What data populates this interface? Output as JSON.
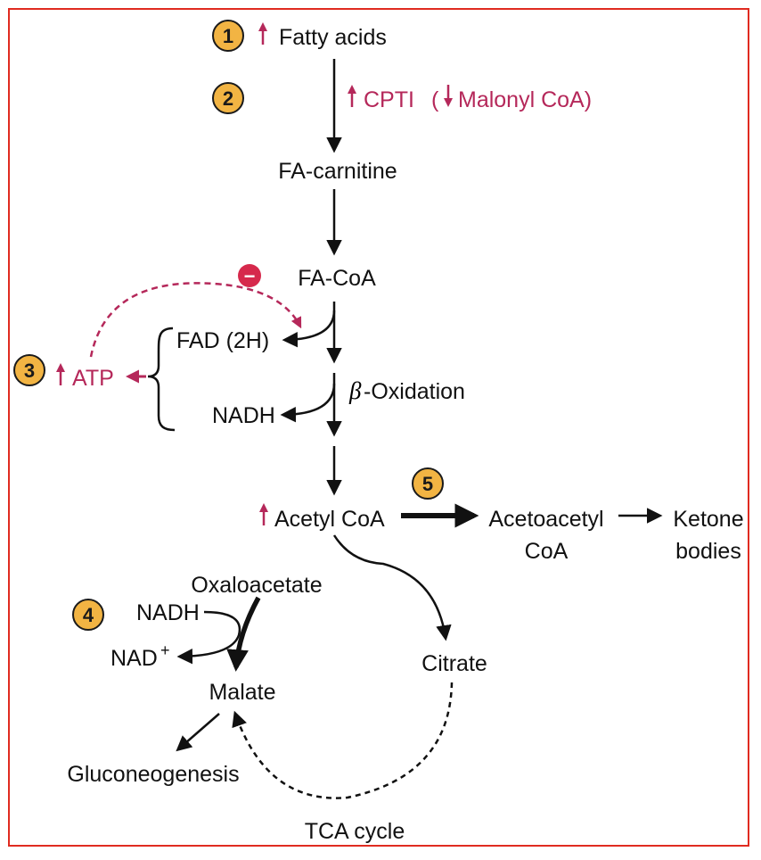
{
  "colors": {
    "frame": "#e02b20",
    "text": "#111111",
    "accent": "#b5285a",
    "badge_fill": "#f2b443",
    "badge_stroke": "#1a1a1a",
    "inhibit_badge": "#d6294c"
  },
  "steps": [
    "1",
    "2",
    "3",
    "4",
    "5"
  ],
  "pathway": {
    "fatty_acids": "Fatty acids",
    "cpt_label": "CPTI",
    "malonyl_open": "(",
    "malonyl_label": "Malonyl CoA)",
    "fa_carnitine": "FA-carnitine",
    "fa_coa": "FA-CoA",
    "fad": "FAD (2H)",
    "nadh_beta": "NADH",
    "beta_symbol": "β",
    "beta_oxidation": "-Oxidation",
    "atp": "ATP",
    "inhibit_symbol": "−",
    "acetyl_coa": "Acetyl CoA",
    "acetoacetyl_line1": "Acetoacetyl",
    "acetoacetyl_line2": "CoA",
    "ketone_line1": "Ketone",
    "ketone_line2": "bodies",
    "oxaloacetate": "Oxaloacetate",
    "nadh_malate": "NADH",
    "nad_plus": "NAD",
    "nad_superscript": "+",
    "malate": "Malate",
    "citrate": "Citrate",
    "gluconeogenesis": "Gluconeogenesis",
    "tca_cycle": "TCA cycle"
  },
  "regulation_icons": {
    "fatty_acids": "up-arrow-icon",
    "cpt": "up-arrow-icon",
    "malonyl": "down-arrow-icon",
    "atp": "up-arrow-icon",
    "acetyl_coa": "up-arrow-icon"
  }
}
